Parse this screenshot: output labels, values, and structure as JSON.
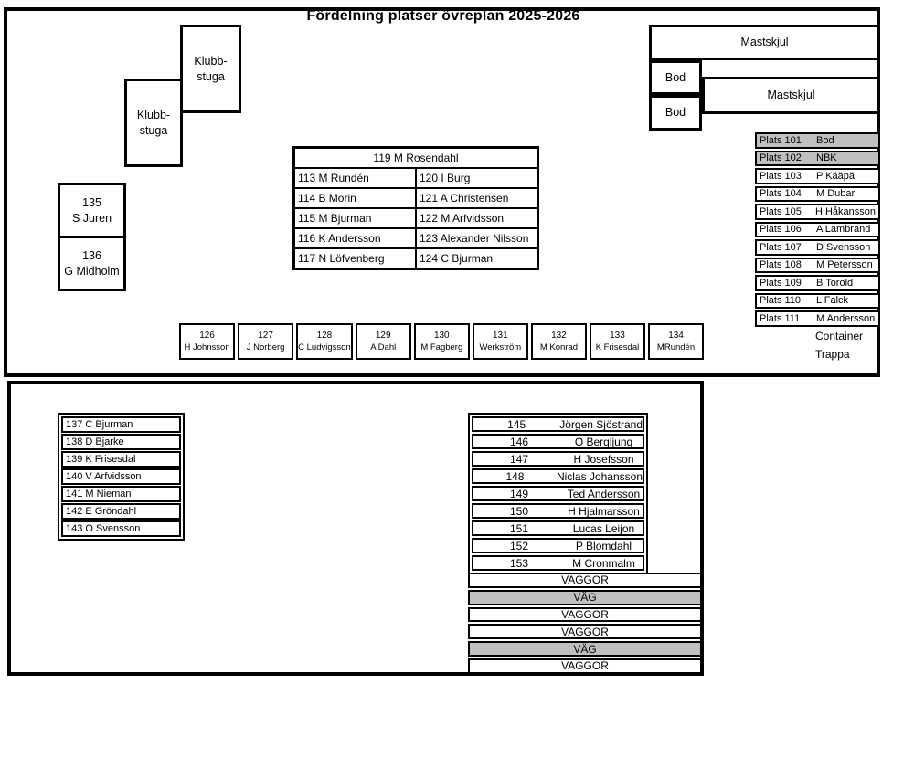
{
  "title": "Fördelning platser övreplan 2025-2026",
  "colors": {
    "line": "#000000",
    "gray_fill": "#bfbfbf",
    "background": "#ffffff"
  },
  "buildings": {
    "klubbstuga": {
      "line1": "Klubb-",
      "line2": "stuga"
    },
    "mastskjul": "Mastskjul",
    "bod": "Bod"
  },
  "left_boxes": {
    "box135": {
      "number": "135",
      "name": "S Juren"
    },
    "box136": {
      "number": "136",
      "name": "G Midholm"
    }
  },
  "mid_table": {
    "header": "119 M Rosendahl",
    "left_col": [
      "113 M Rundén",
      "114 B Morin",
      "115 M Bjurman",
      "116 K Andersson",
      "117 N Löfvenberg"
    ],
    "right_col": [
      "120 I Burg",
      "121 A Christensen",
      "122 M Arfvidsson",
      "123 Alexander Nilsson",
      "124 C Bjurman"
    ]
  },
  "berth_row": [
    {
      "number": "126",
      "name": "H Johnsson"
    },
    {
      "number": "127",
      "name": "J Norberg"
    },
    {
      "number": "128",
      "name": "C Ludvigsson"
    },
    {
      "number": "129",
      "name": "A Dahl"
    },
    {
      "number": "130",
      "name": "M Fagberg"
    },
    {
      "number": "131",
      "name": "Werkström"
    },
    {
      "number": "132",
      "name": "M Konrad"
    },
    {
      "number": "133",
      "name": "K Frisesdal"
    },
    {
      "number": "134",
      "name": "MRundén"
    }
  ],
  "plats_list": [
    {
      "label": "Plats 101",
      "name": "Bod",
      "gray": true
    },
    {
      "label": "Plats 102",
      "name": "NBK",
      "gray": true
    },
    {
      "label": "Plats 103",
      "name": "P Kääpä",
      "gray": false
    },
    {
      "label": "Plats 104",
      "name": "M Dubar",
      "gray": false
    },
    {
      "label": "Plats 105",
      "name": "H Håkansson",
      "gray": false
    },
    {
      "label": "Plats 106",
      "name": "A Lambrand",
      "gray": false
    },
    {
      "label": "Plats 107",
      "name": "D Svensson",
      "gray": false
    },
    {
      "label": "Plats 108",
      "name": "M Petersson",
      "gray": false
    },
    {
      "label": "Plats 109",
      "name": "B Torold",
      "gray": false
    },
    {
      "label": "Plats 110",
      "name": "L Falck",
      "gray": false
    },
    {
      "label": "Plats 111",
      "name": "M Andersson",
      "gray": false
    }
  ],
  "labels": {
    "container": "Container",
    "trappa": "Trappa"
  },
  "list_137": [
    "137 C Bjurman",
    "138 D Bjarke",
    "139 K Frisesdal",
    "140 V Arfvidsson",
    "141 M Nieman",
    "142 E Gröndahl",
    "143 O Svensson"
  ],
  "list_145": [
    {
      "number": "145",
      "name": "Jörgen Sjöstrand"
    },
    {
      "number": "146",
      "name": "O Bergljung"
    },
    {
      "number": "147",
      "name": "H Josefsson"
    },
    {
      "number": "148",
      "name": "Niclas Johansson"
    },
    {
      "number": "149",
      "name": "Ted Andersson"
    },
    {
      "number": "150",
      "name": "H Hjalmarsson"
    },
    {
      "number": "151",
      "name": "Lucas Leijon"
    },
    {
      "number": "152",
      "name": "P Blomdahl"
    },
    {
      "number": "153",
      "name": "M Cronmalm"
    }
  ],
  "bottom_rows": [
    {
      "label": "VAGGOR",
      "gray": false
    },
    {
      "label": "VÄG",
      "gray": true
    },
    {
      "label": "VAGGOR",
      "gray": false
    },
    {
      "label": "VAGGOR",
      "gray": false
    },
    {
      "label": "VÄG",
      "gray": true
    },
    {
      "label": "VAGGOR",
      "gray": false
    }
  ]
}
